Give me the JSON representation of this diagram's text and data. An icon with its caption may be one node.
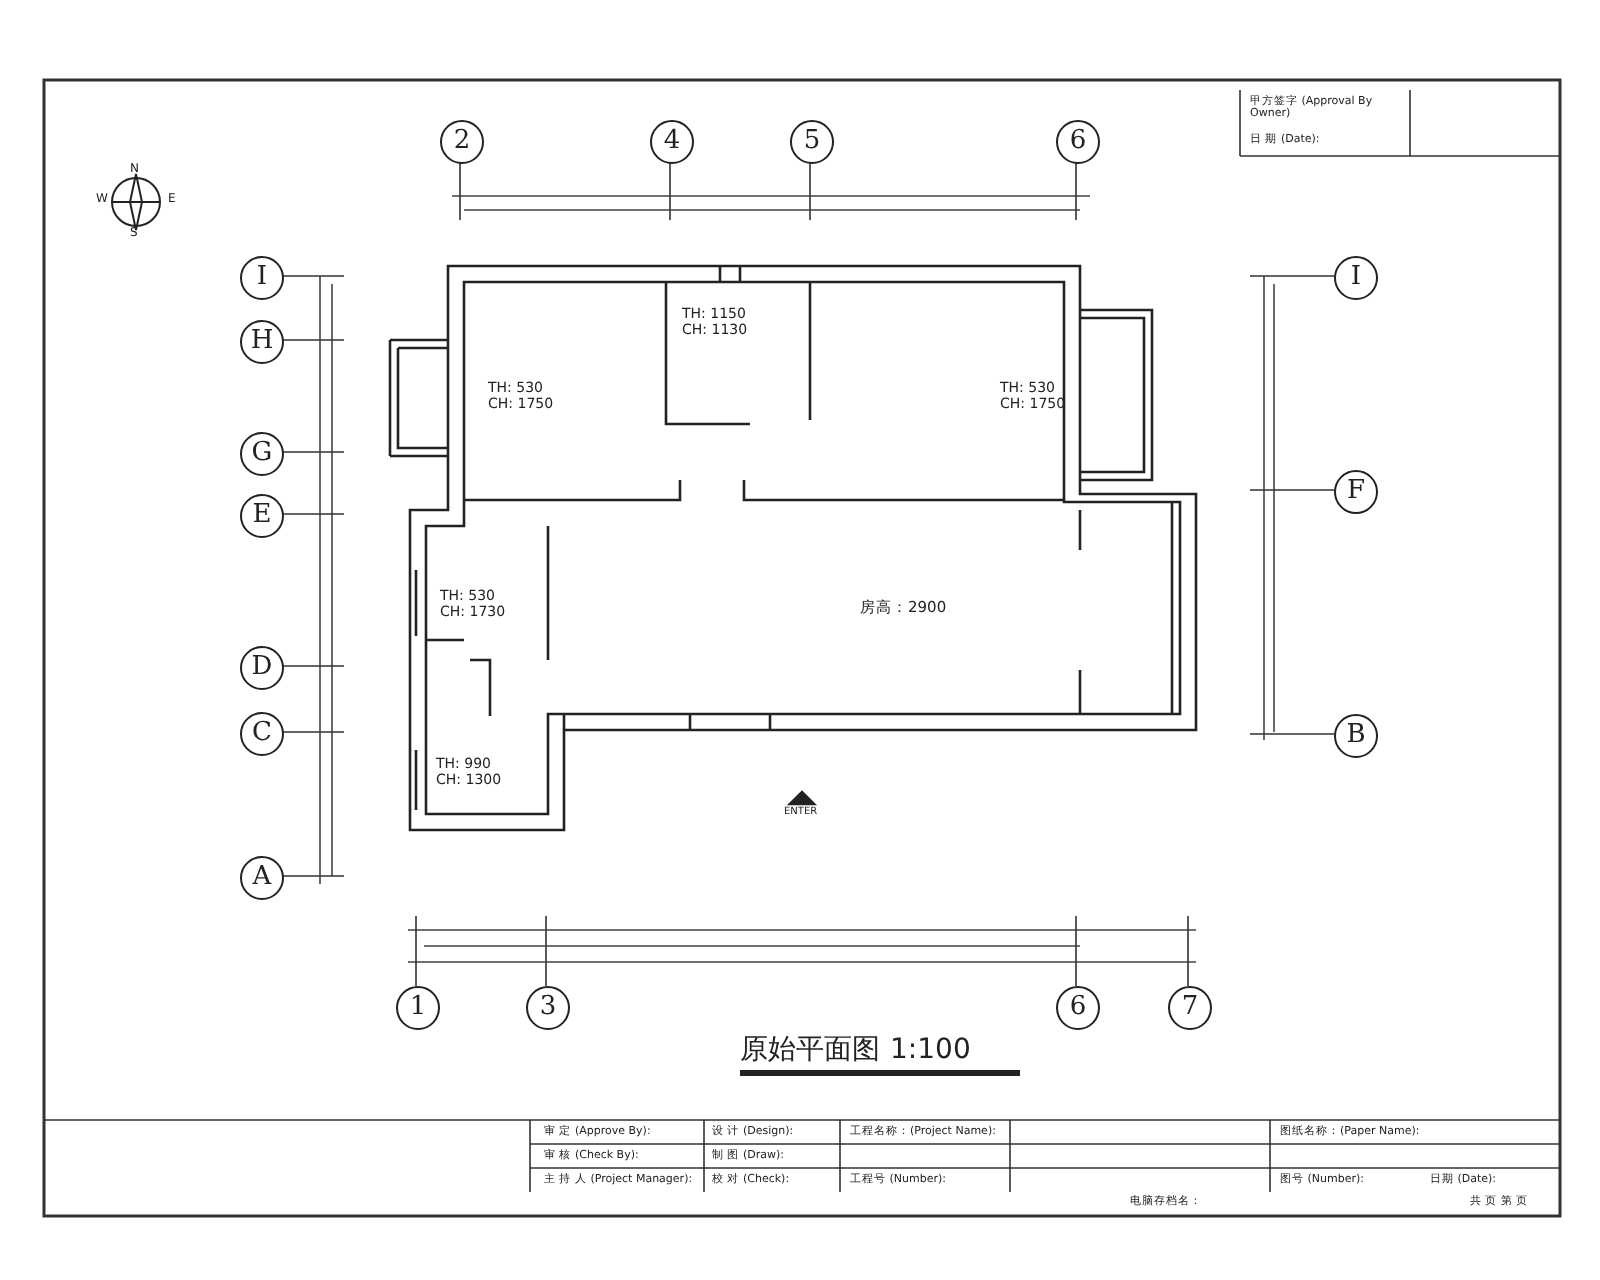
{
  "diagram": {
    "title": "原始平面图",
    "labels": [
      "甲方签字 (Approval By Owner)",
      "日 期 (Date):",
      "2",
      "4",
      "5",
      "6",
      "N",
      "W",
      "E",
      "S",
      "I",
      "H",
      "G",
      "E",
      "D",
      "C",
      "A",
      "I",
      "F",
      "B",
      "TH: 1150 CH: 1130",
      "TH: 530 CH: 1750",
      "TH: 530 CH: 1750",
      "TH: 530 CH: 1730",
      "房高：2900",
      "TH: 990 CH: 1300",
      "ENTER",
      "1",
      "3",
      "6",
      "7",
      "1:100",
      "审 定 (Approve By):",
      "设 计 (Design):",
      "工程名称：(Project Name):",
      "图纸名称：(Paper Name):",
      "审 核 (Check By):",
      "制 图 (Draw):",
      "主 持 人 (Project Manager):",
      "校 对 (Check):",
      "工程号 (Number):",
      "图号 (Number):",
      "日期 (Date):",
      "电脑存档名：",
      "共 页 第 页"
    ]
  }
}
